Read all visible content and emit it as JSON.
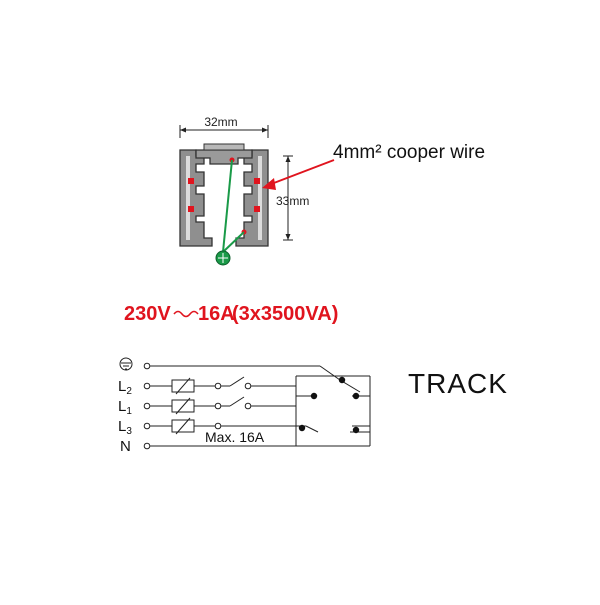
{
  "profile": {
    "width_label": "32mm",
    "height_label": "33mm",
    "wire_note": "4mm² cooper wire"
  },
  "rating": {
    "voltage": "230V",
    "current": "16A",
    "power": "(3x3500VA)"
  },
  "circuit": {
    "terminals": [
      {
        "label": "",
        "symbol": "earth-icon"
      },
      {
        "label": "L",
        "sub": "2"
      },
      {
        "label": "L",
        "sub": "1"
      },
      {
        "label": "L",
        "sub": "3"
      },
      {
        "label": "N",
        "sub": ""
      }
    ],
    "max_current_label": "Max. 16A",
    "title": "TRACK"
  },
  "colors": {
    "accent_red": "#e0141e",
    "wire_green": "#1a9a48",
    "line": "#222222"
  }
}
